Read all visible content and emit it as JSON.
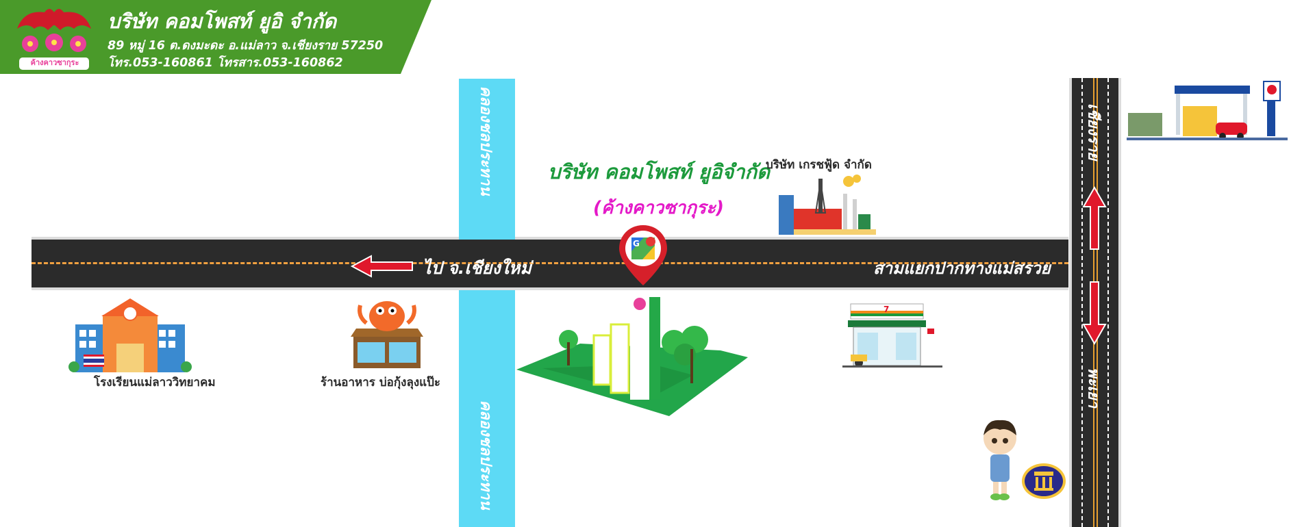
{
  "header": {
    "company_name": "บริษัท คอมโพสท์ ยูอิ จำกัด",
    "address": "89 หมู่ 16 ต.ดงมะดะ อ.แม่ลาว จ.เชียงราย 57250",
    "phone": "โทร.053-160861   โทรสาร.053-160862",
    "logo_caption": "ค้างคาวซากุระ",
    "banner_color": "#4a9a2a"
  },
  "map": {
    "center_title": "บริษัท คอมโพสท์ ยูอิจำกัด",
    "center_subtitle": "(ค้างคาวซากุระ)",
    "canal_label": "คลองชลประทาน",
    "road_to_left": "ไป จ.เชียงใหม่",
    "junction_label": "สามแยกปากทางแม่สรวย",
    "vertical_road_top": "เชียงราย",
    "vertical_road_bottom": "พะเยา",
    "pois": {
      "greshfood": "บริษัท เกรชฟู้ด จำกัด",
      "school": "โรงเรียนแม่ลาววิทยาคม",
      "restaurant": "ร้านอาหาร บ่อกุ้งลุงแป๊ะ"
    },
    "icons": [
      "google-maps-pin-icon",
      "left-arrow-icon",
      "up-arrow-icon",
      "down-arrow-icon",
      "school-icon",
      "restaurant-icon",
      "factory-icon",
      "convenience-store-icon",
      "gas-station-icon",
      "bank-icon",
      "mascot-icon",
      "company-site-icon"
    ],
    "colors": {
      "road": "#2b2b2b",
      "canal": "#5ddaf5",
      "arrow": "#e0182b",
      "title": "#1c9a3c",
      "subtitle": "#e419c8"
    }
  }
}
